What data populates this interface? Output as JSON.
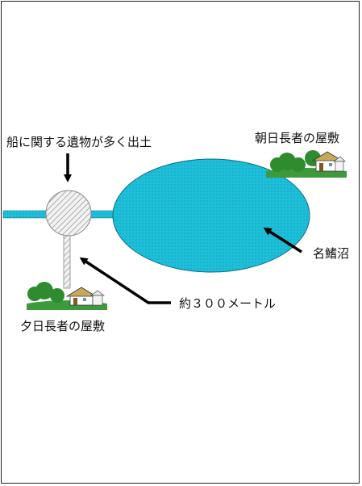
{
  "labels": {
    "artifacts": "船に関する遺物が多く出土",
    "east_mansion": "朝日長者の屋敷",
    "marsh": "名鰭沼",
    "distance": "約３００メートル",
    "west_mansion": "夕日長者の屋敷"
  },
  "colors": {
    "water": "#1ebfd9",
    "water_dot": "#0e8fa8",
    "roof": "#c9a85c",
    "wall": "#ffffff",
    "tree": "#2e8b2e",
    "ground": "#3c9a3c",
    "hatch": "#888888"
  }
}
